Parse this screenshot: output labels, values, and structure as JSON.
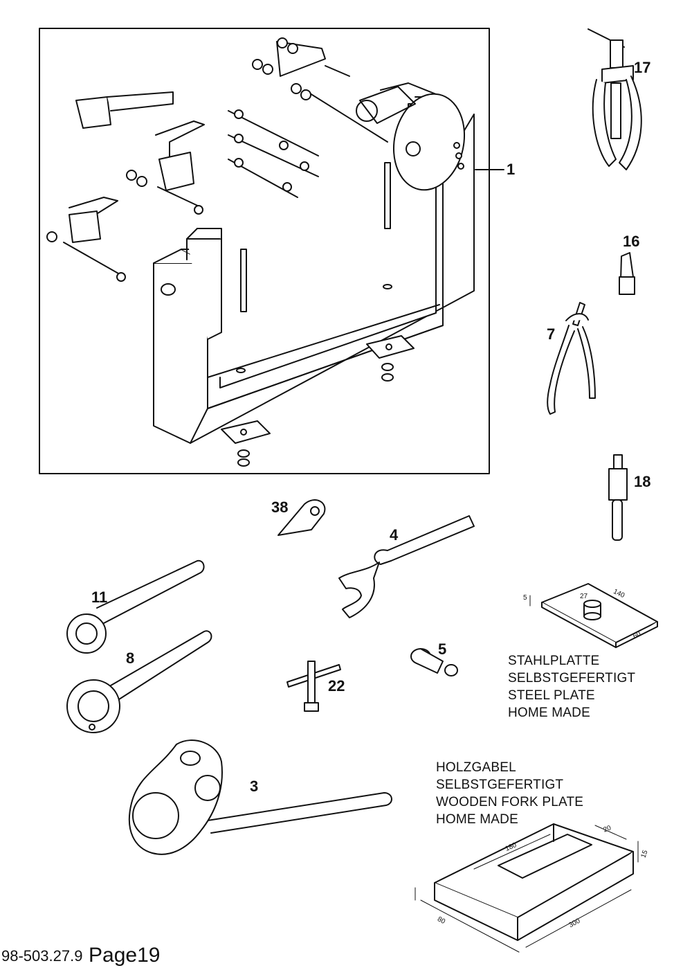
{
  "callouts": {
    "c1": "1",
    "c3": "3",
    "c4": "4",
    "c5": "5",
    "c7": "7",
    "c8": "8",
    "c11": "11",
    "c16": "16",
    "c17": "17",
    "c18": "18",
    "c22": "22",
    "c38": "38"
  },
  "steel_plate_note": [
    "STAHLPLATTE",
    "SELBSTGEFERTIGT",
    "STEEL PLATE",
    "HOME MADE"
  ],
  "steel_plate_dims": {
    "d1": "5",
    "d2": "27",
    "d3": "140",
    "d4": "60"
  },
  "wooden_fork_note": [
    "HOLZGABEL",
    "SELBSTGEFERTIGT",
    "WOODEN FORK PLATE",
    "HOME MADE"
  ],
  "wooden_fork_dims": {
    "d1": "180",
    "d2": "20",
    "d3": "15",
    "d4": "80",
    "d5": "300"
  },
  "footer": {
    "code": "98-503.27.9",
    "page": "Page19"
  }
}
